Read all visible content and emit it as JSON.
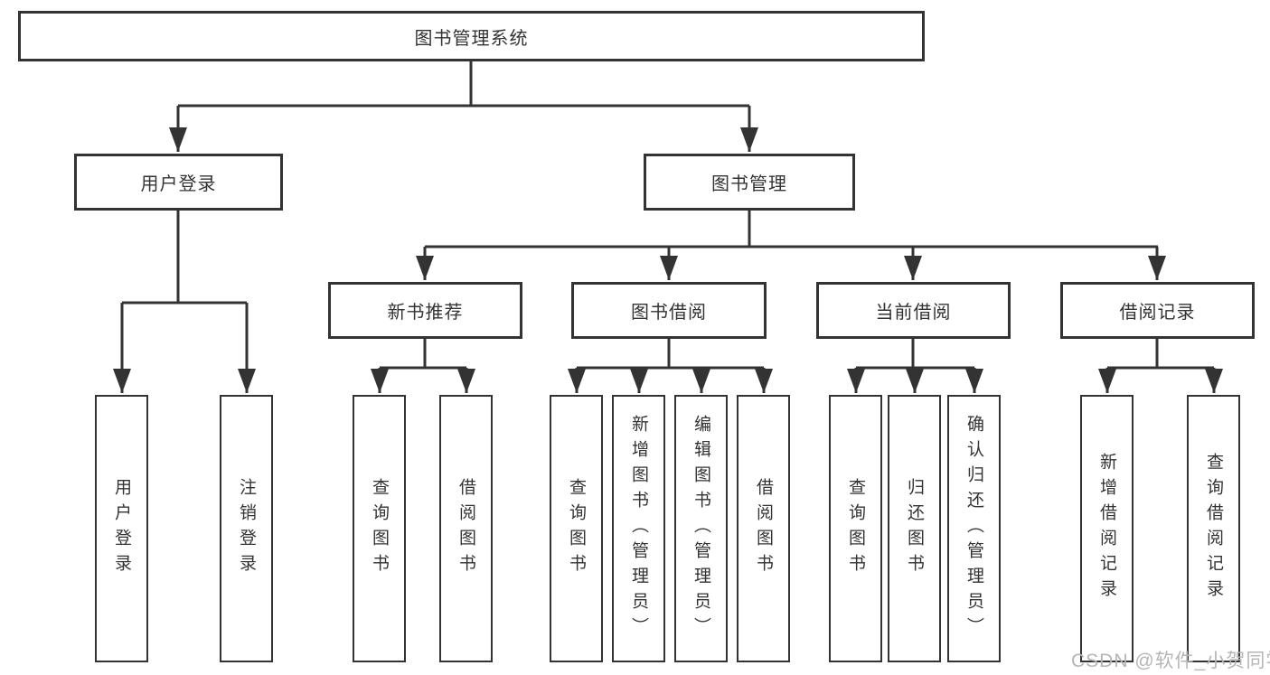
{
  "diagram": {
    "root": {
      "label": "图书管理系统"
    },
    "branches": [
      {
        "label": "用户登录",
        "leaves": [
          "用户登录",
          "注销登录"
        ]
      },
      {
        "label": "图书管理",
        "sections": [
          {
            "label": "新书推荐",
            "leaves": [
              "查询图书",
              "借阅图书"
            ]
          },
          {
            "label": "图书借阅",
            "leaves": [
              "查询图书",
              "新增图书（管理员）",
              "编辑图书（管理员）",
              "借阅图书"
            ]
          },
          {
            "label": "当前借阅",
            "leaves": [
              "查询图书",
              "归还图书",
              "确认归还（管理员）"
            ]
          },
          {
            "label": "借阅记录",
            "leaves": [
              "新增借阅记录",
              "查询借阅记录"
            ]
          }
        ]
      }
    ]
  },
  "watermark": {
    "text": "CSDN @软件_小贺同学"
  },
  "colors": {
    "line": "#333333",
    "text": "#333333",
    "box_background": "#ffffff",
    "page_background": "#ffffff",
    "watermark": "#b5b5b5"
  }
}
